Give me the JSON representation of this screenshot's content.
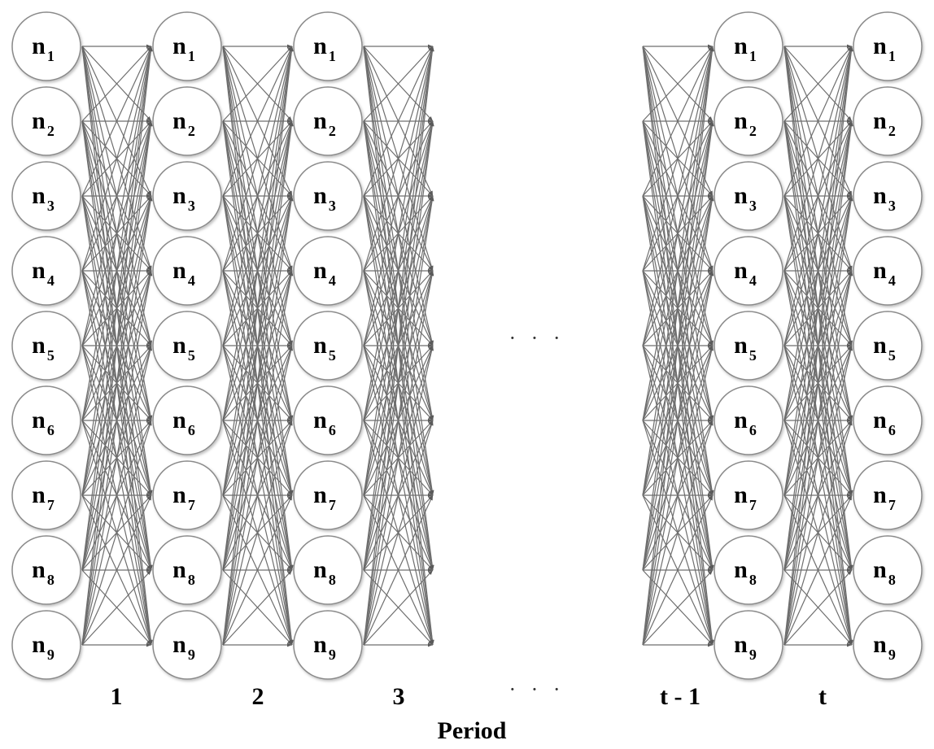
{
  "diagram": {
    "node_prefix": "n",
    "node_indices": [
      "1",
      "2",
      "3",
      "4",
      "5",
      "6",
      "7",
      "8",
      "9"
    ],
    "period_labels": [
      "1",
      "2",
      "3",
      "t - 1",
      "t"
    ],
    "ellipsis_middle": "· · ·",
    "ellipsis_bottom": "· · ·",
    "axis_title": "Period",
    "colors": {
      "node_fill": "#ffffff",
      "node_stroke": "#8a8a8a",
      "edge": "#6e6e6e",
      "text": "#000000"
    }
  }
}
